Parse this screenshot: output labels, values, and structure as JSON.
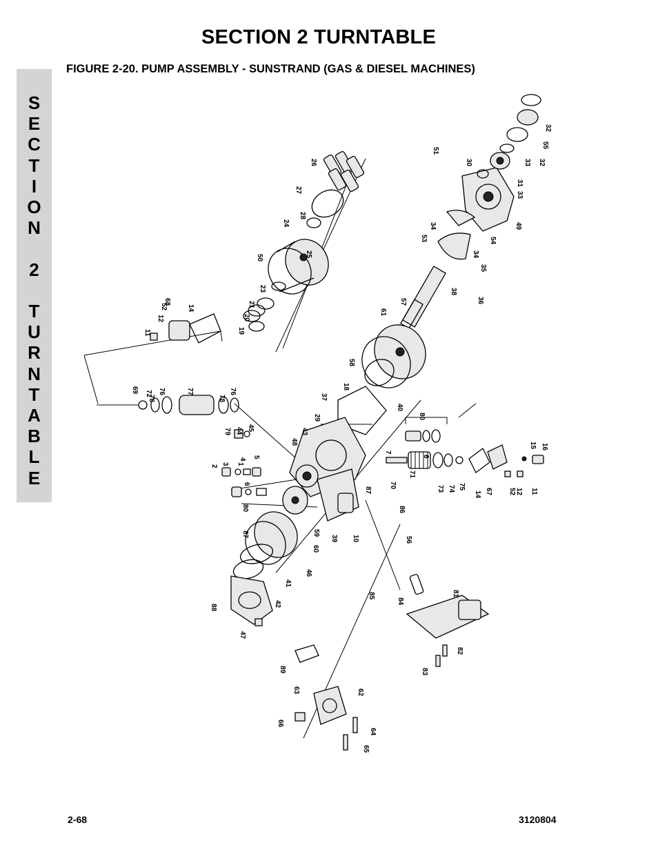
{
  "header": {
    "section_title": "SECTION 2  TURNTABLE",
    "figure_title": "FIGURE 2-20.  PUMP ASSEMBLY - SUNSTRAND (GAS & DIESEL MACHINES)"
  },
  "side_tab": {
    "text": "SECTION 2 TURNTABLE"
  },
  "diagram": {
    "callouts": [
      "1",
      "2",
      "3",
      "4",
      "5",
      "6",
      "6",
      "7",
      "10",
      "11",
      "11",
      "12",
      "12",
      "14",
      "14",
      "15",
      "16",
      "18",
      "19",
      "20",
      "21",
      "23",
      "24",
      "25",
      "26",
      "27",
      "28",
      "29",
      "30",
      "31",
      "32",
      "32",
      "33",
      "33",
      "34",
      "34",
      "35",
      "36",
      "37",
      "38",
      "39",
      "40",
      "41",
      "42",
      "43",
      "44",
      "45",
      "46",
      "47",
      "48",
      "49",
      "50",
      "51",
      "52",
      "52",
      "53",
      "54",
      "55",
      "56",
      "57",
      "58",
      "59",
      "60",
      "61",
      "62",
      "63",
      "64",
      "65",
      "66",
      "67",
      "68",
      "69",
      "70",
      "71",
      "72",
      "73",
      "74",
      "75",
      "76",
      "76",
      "77",
      "78",
      "78",
      "79",
      "80",
      "80",
      "81",
      "82",
      "83",
      "84",
      "85",
      "86",
      "87",
      "87",
      "88",
      "89"
    ]
  },
  "footer": {
    "page_number": "2-68",
    "document_number": "3120804"
  }
}
